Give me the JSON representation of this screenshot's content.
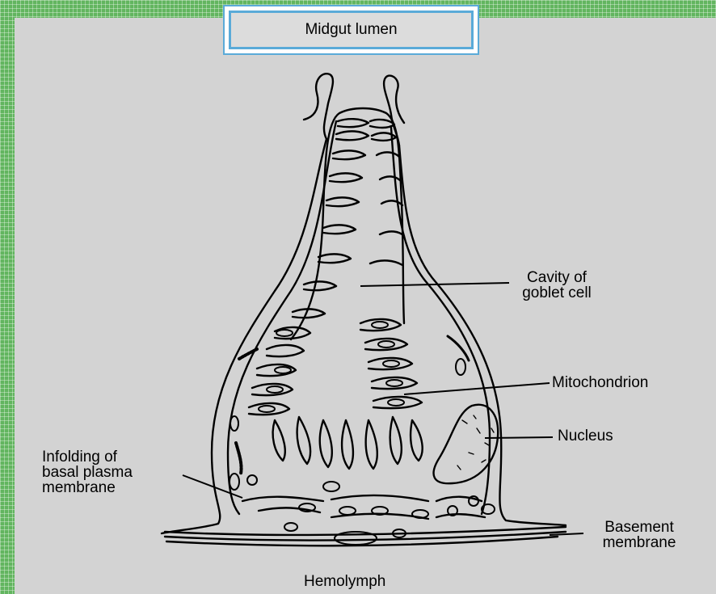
{
  "title": "Midgut lumen",
  "labels": {
    "cavity": [
      "Cavity of",
      "goblet cell"
    ],
    "mitochondrion": "Mitochondrion",
    "nucleus": "Nucleus",
    "infolding": [
      "Infolding of",
      "basal plasma",
      "membrane"
    ],
    "basement": [
      "Basement",
      "membrane"
    ],
    "hemolymph": "Hemolymph"
  }
}
